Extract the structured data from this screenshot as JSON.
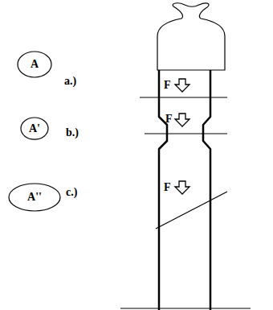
{
  "diagram": {
    "nodes": [
      {
        "text": [
          "A"
        ]
      },
      {
        "text": [
          "A'"
        ]
      },
      {
        "text": [
          "A''"
        ]
      }
    ],
    "labels": [
      "a.)",
      "F",
      "b.)",
      "F",
      "c.)",
      "F"
    ]
  }
}
